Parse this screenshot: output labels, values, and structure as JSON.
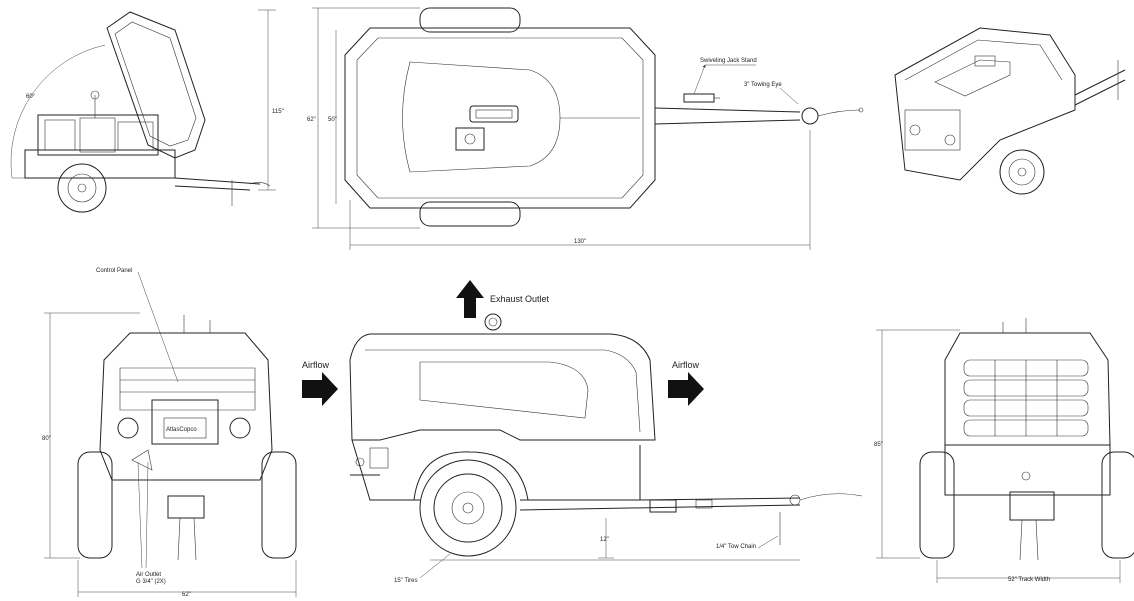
{
  "labels": {
    "angle_60": "60°",
    "height_115": "115\"",
    "width_62_top": "62\"",
    "width_50": "50\"",
    "length_130": "130\"",
    "swiveling_jack_stand": "Swiveling Jack Stand",
    "towing_eye": "3\" Towing Eye",
    "control_panel": "Control Panel",
    "exhaust_outlet": "Exhaust Outlet",
    "airflow_left": "Airflow",
    "airflow_right": "Airflow",
    "height_80": "80\"",
    "height_85": "85\"",
    "air_outlet": "Air Outlet",
    "air_outlet_size": "G 3/4\" (2X)",
    "width_62_bottom": "62\"",
    "clearance_12": "12\"",
    "tires": "15\" Tires",
    "tow_chain": "1/4\" Tow Chain",
    "track_width": "52\" Track Width"
  },
  "brand_plate": "AtlasCopco",
  "colors": {
    "line": "#222222",
    "background": "#ffffff",
    "arrow": "#111111"
  }
}
